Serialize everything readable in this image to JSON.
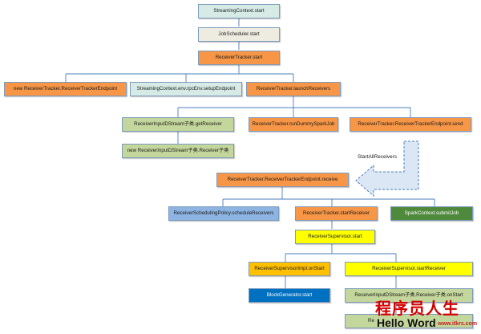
{
  "nodes": {
    "streaming_context_start": "StreamingContext.start",
    "job_scheduler_start": "JobScheduler.start",
    "receiver_tracker_start": "ReceiverTracker.start",
    "new_receiver_tracker_endpoint": "new ReceiverTracker.ReceiverTrackerEndpoint",
    "setup_endpoint": "StreamingContext.env.rpcEnv.setupEndpoint",
    "launch_receivers": "ReceiverTracker.launchReceivers",
    "get_receiver": "ReceiverInputDStream子类.getReceiver",
    "run_dummy_spark_job": "ReceiverTracker.runDummySparkJob",
    "endpoint_send": "ReceiverTracker.ReceiverTrackerEndpoint.send",
    "new_receiver_subclass": "new ReceiverInputDStream子类.Receiver子类",
    "endpoint_receive": "ReceiverTracker.ReceiverTrackerEndpoint.receive",
    "schedule_receivers": "ReceiverSchedulingPolicy.scheduleReceivers",
    "start_receiver": "ReceiverTracker.startReceiver",
    "submit_job": "SparkContext.submitJob",
    "receiver_supervisor_start": "ReceiverSupervisor.start",
    "supervisor_impl_on_start": "ReceiverSupervisorImpl.onStart",
    "supervisor_start_receiver": "ReceiverSupervisor.startReceiver",
    "block_generator_start": "BlockGenerator.start",
    "receiver_on_start": "ReceiverInputDStream子类.Receiver子类.onStart",
    "bottom_partial": "Re"
  },
  "arrow_label": "StartAllReceivers",
  "watermark": {
    "cn": "程序员人生",
    "en": "Hello Word",
    "url": "www.itkrs.com"
  },
  "colors": {
    "connector": "#4a7ebb",
    "teal": "#d6ebe5",
    "orange": "#f79646",
    "green": "#c3d69b",
    "blue": "#8db4e2",
    "yellow": "#ffff00",
    "amber": "#ffc000",
    "dark_blue": "#0070c0",
    "dark_green": "#4f8a3c"
  }
}
